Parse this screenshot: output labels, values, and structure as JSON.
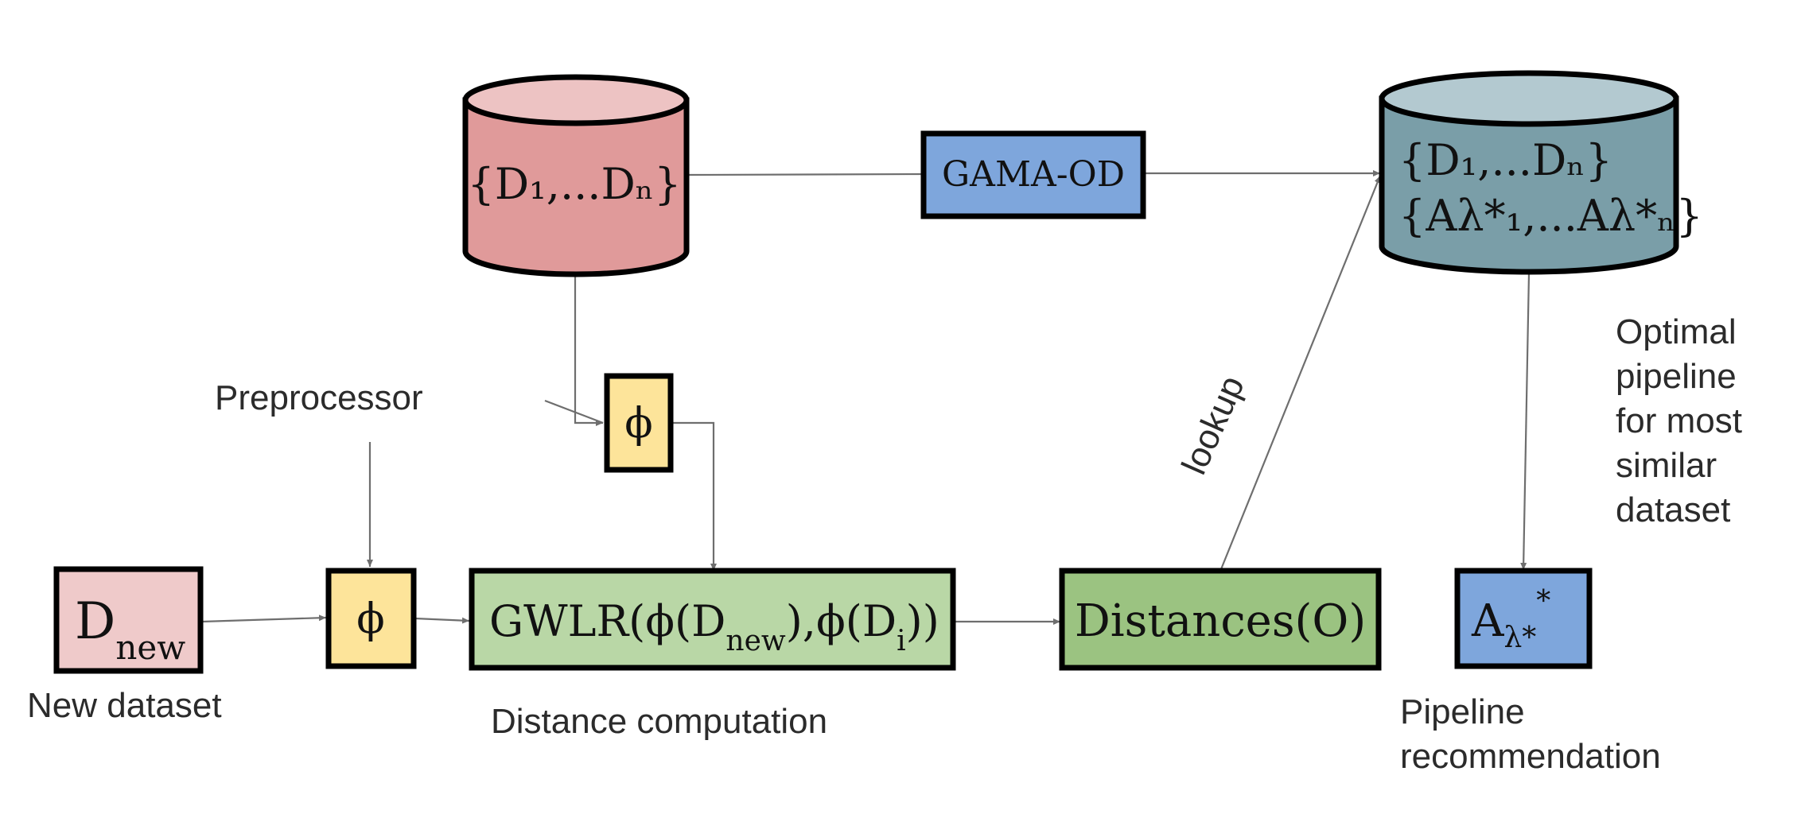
{
  "db_source": {
    "label": "{D₁,...Dₙ}",
    "fill": "#e09a9a",
    "top_fill": "#edc3c3"
  },
  "db_results": {
    "line1": "{D₁,...Dₙ}",
    "line2": "{Aλ*₁,...Aλ*ₙ}",
    "fill": "#7a9ea8",
    "top_fill": "#b3c9d0"
  },
  "gama_od": {
    "label": "GAMA-OD",
    "fill": "#7ea6dc"
  },
  "phi_top": {
    "label": "ϕ",
    "fill": "#fde49a"
  },
  "phi_bottom": {
    "label": "ϕ",
    "fill": "#fde49a"
  },
  "d_new": {
    "label": "Dnew",
    "fill": "#efcaca"
  },
  "gwlr": {
    "label": "GWLR(ϕ(Dnew),ϕ(Di))",
    "fill": "#b9d7a6"
  },
  "distances": {
    "label": "Distances(O)",
    "fill": "#9bc381"
  },
  "a_lambda": {
    "label": "Aλ*",
    "fill": "#7ea6dc"
  },
  "captions": {
    "preprocessor": "Preprocessor",
    "new_dataset": "New dataset",
    "distance_computation": "Distance computation",
    "lookup": "lookup",
    "optimal_pipeline": [
      "Optimal",
      "pipeline",
      "for most",
      "similar",
      "dataset"
    ],
    "pipeline_recommendation": [
      "Pipeline",
      "recommendation"
    ]
  }
}
